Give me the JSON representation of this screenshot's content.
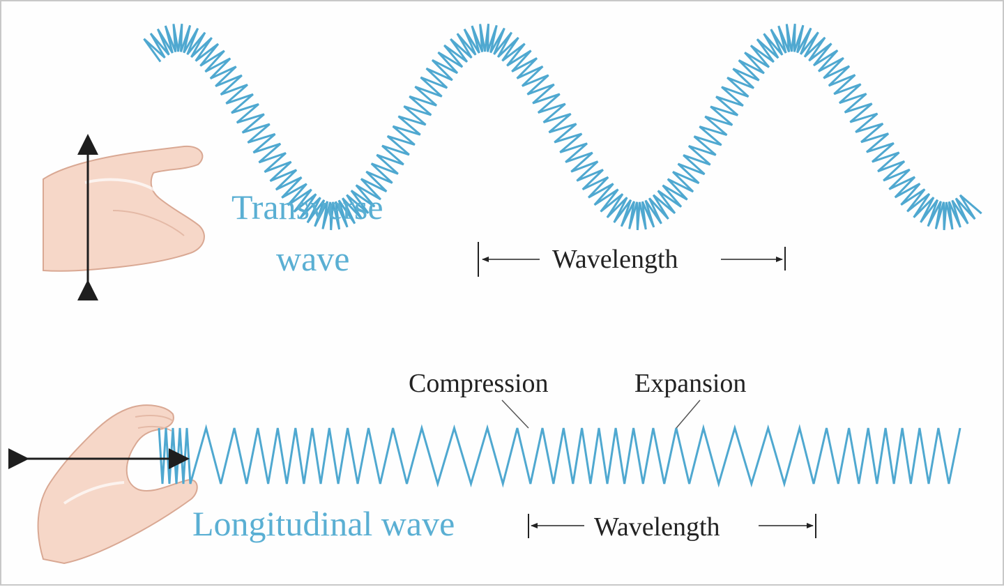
{
  "colors": {
    "spring": "#4fa8d0",
    "label_blue": "#5aafd3",
    "text": "#222222",
    "skin": "#f6d7c8",
    "skin_outline": "#d9a893",
    "arrow": "#1e1e1e",
    "border": "#c8c8c8"
  },
  "transverse": {
    "title_line1": "Transverse",
    "title_line2": "wave",
    "wavelength_label": "Wavelength",
    "direction_icon": "vertical-double-arrow-icon",
    "hand_icon": "hand-icon"
  },
  "longitudinal": {
    "title": "Longitudinal wave",
    "wavelength_label": "Wavelength",
    "compression_label": "Compression",
    "expansion_label": "Expansion",
    "direction_icon": "horizontal-double-arrow-icon",
    "hand_icon": "pinching-hand-icon"
  }
}
